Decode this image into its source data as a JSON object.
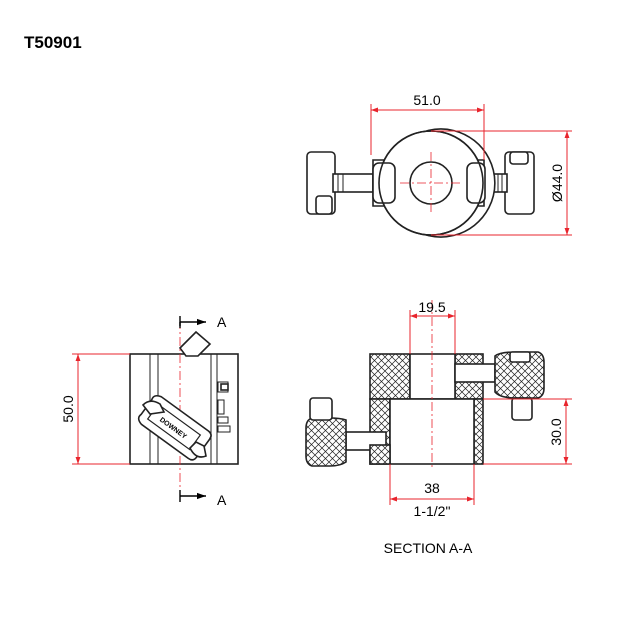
{
  "title": "T50901",
  "dimensions": {
    "top_width": "51.0",
    "top_diameter": "Ø44.0",
    "side_height": "50.0",
    "section_bore": "19.5",
    "section_bottom_mm": "38",
    "section_bottom_in": "1-1/2\"",
    "section_height": "30.0"
  },
  "section_marks": {
    "top": "A",
    "bottom": "A"
  },
  "section_caption": "SECTION A-A",
  "handle_brand": "DOWNEY",
  "colors": {
    "dimension": "#e8242c",
    "outline": "#222222",
    "background": "#ffffff"
  }
}
